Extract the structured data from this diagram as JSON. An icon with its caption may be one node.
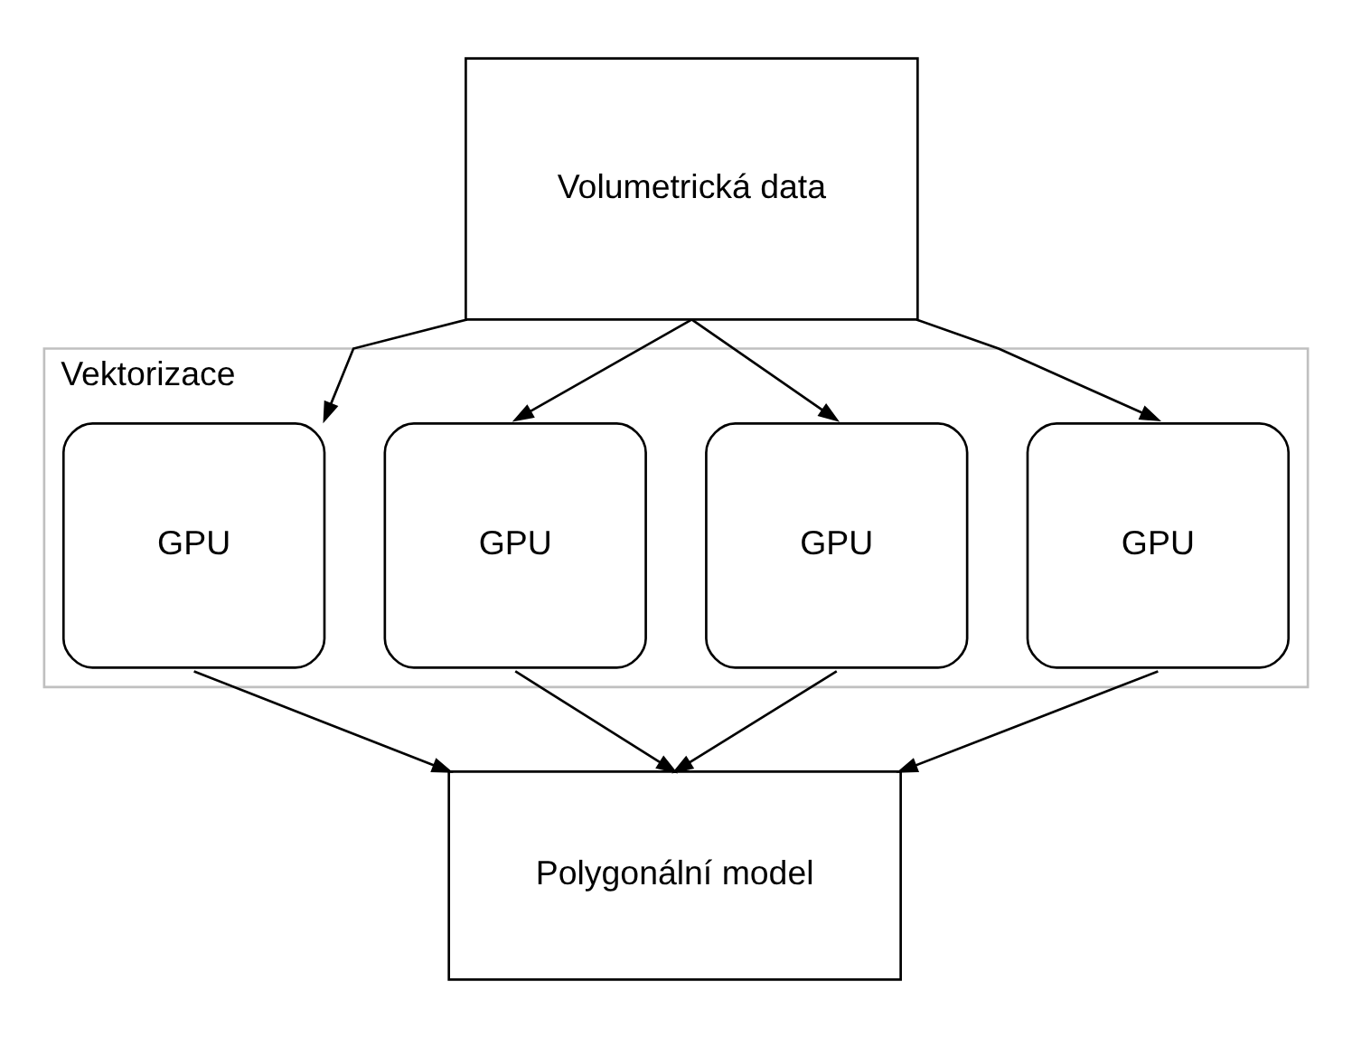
{
  "diagram": {
    "nodes": [
      {
        "text": [
          "Volumetrická data"
        ]
      },
      {
        "text": [
          "Vektorizace"
        ]
      },
      {
        "text": [
          "GPU"
        ],
        "in": 1
      },
      {
        "text": [
          "GPU"
        ],
        "in": 1
      },
      {
        "text": [
          "GPU"
        ],
        "in": 1
      },
      {
        "text": [
          "GPU"
        ],
        "in": 1
      },
      {
        "text": [
          "Polygonální model"
        ]
      }
    ],
    "edges": [
      {
        "from": 0,
        "to": 2,
        "arrow": "to"
      },
      {
        "from": 0,
        "to": 3,
        "arrow": "to"
      },
      {
        "from": 0,
        "to": 4,
        "arrow": "to"
      },
      {
        "from": 0,
        "to": 5,
        "arrow": "to"
      },
      {
        "from": 2,
        "to": 6,
        "arrow": "to"
      },
      {
        "from": 3,
        "to": 6,
        "arrow": "to"
      },
      {
        "from": 4,
        "to": 6,
        "arrow": "to"
      },
      {
        "from": 5,
        "to": 6,
        "arrow": "to"
      }
    ]
  }
}
